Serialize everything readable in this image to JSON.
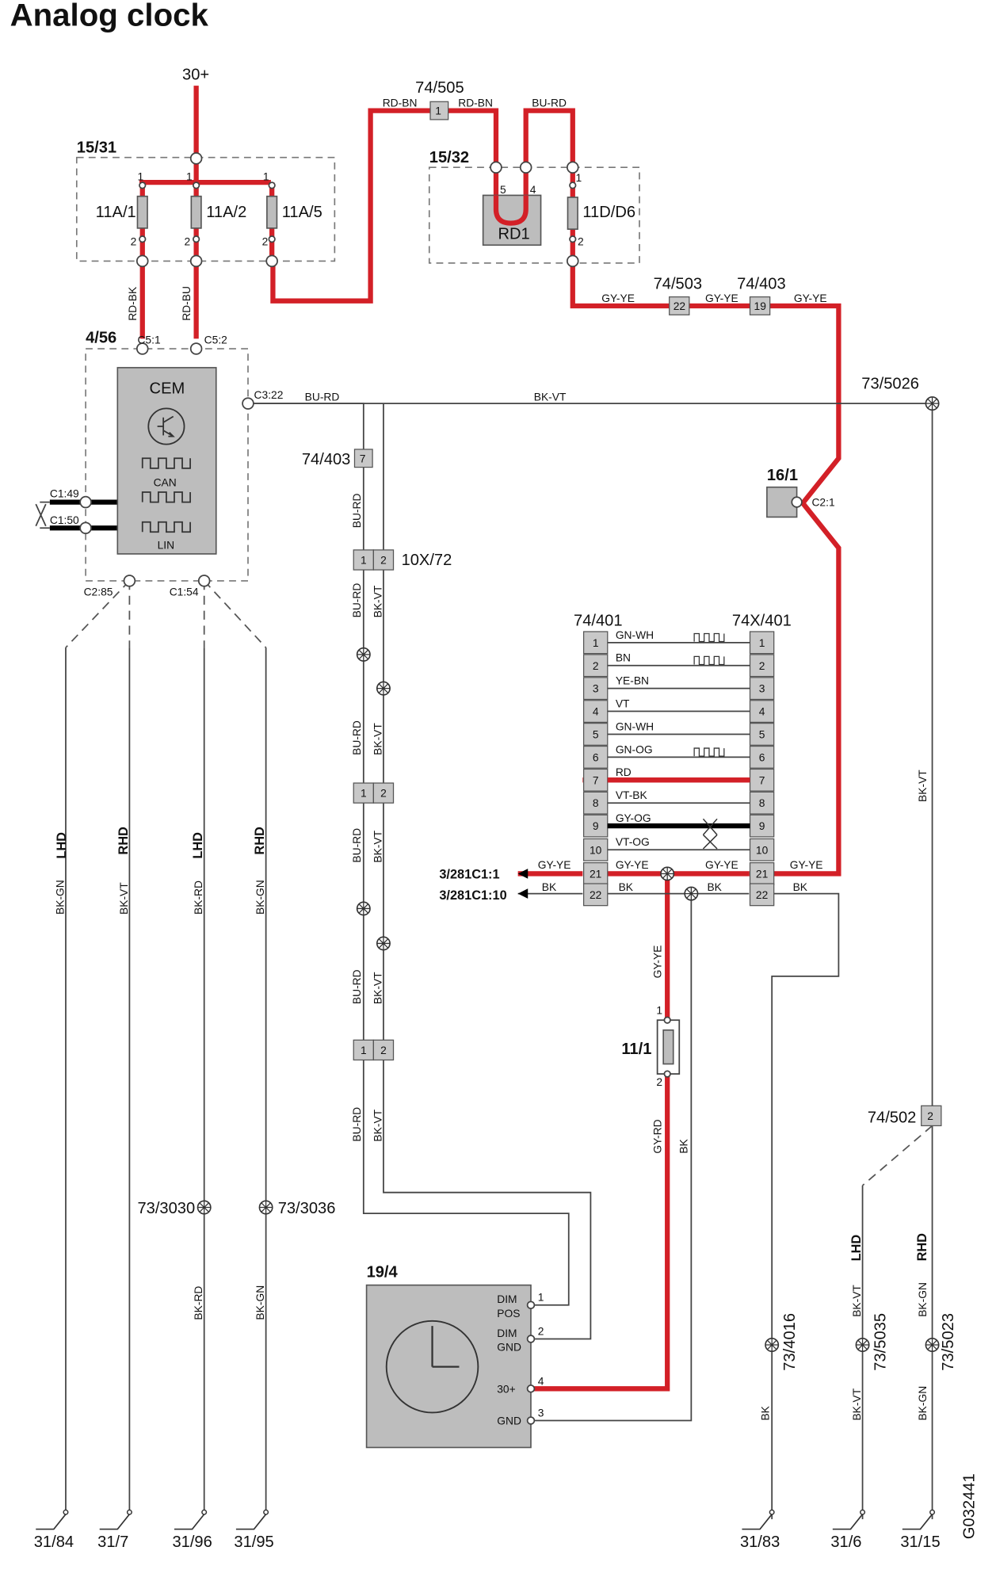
{
  "title": "Analog clock",
  "image_code": "G032441",
  "supply": "30+",
  "components": {
    "fuse_box_1": "15/31",
    "fuse_box_2": "15/32",
    "cem": "CEM",
    "cem_id": "4/56",
    "cem_can": "CAN",
    "cem_lin": "LIN",
    "relay": "RD1",
    "clock": "19/4",
    "fuse_11_1": "11/1",
    "comp_16_1": "16/1",
    "conn_10x72": "10X/72",
    "conn_74_401": "74/401",
    "conn_74x_401": "74X/401",
    "conn_74_505": "74/505",
    "conn_74_503": "74/503",
    "conn_74_403_top": "74/403",
    "conn_74_403_left": "74/403",
    "conn_74_502": "74/502",
    "splice_73_5026": "73/5026",
    "splice_73_3030": "73/3030",
    "splice_73_3036": "73/3036",
    "splice_73_4016": "73/4016",
    "splice_73_5035": "73/5035",
    "splice_73_5023": "73/5023"
  },
  "fuses": [
    "11A/1",
    "11A/2",
    "11A/5",
    "11D/D6"
  ],
  "pins": {
    "p1": "1",
    "p2": "2",
    "p3": "3",
    "p4": "4",
    "p5": "5",
    "p7": "7",
    "p19": "19",
    "p21": "21",
    "p22": "22"
  },
  "cem_connectors": {
    "c5_1": "C5:1",
    "c5_2": "C5:2",
    "c3_22": "C3:22",
    "c1_49": "C1:49",
    "c1_50": "C1:50",
    "c2_85": "C2:85",
    "c1_54": "C1:54",
    "c2_1": "C2:1"
  },
  "wire_colors": {
    "rd_bn": "RD-BN",
    "bu_rd": "BU-RD",
    "gy_ye": "GY-YE",
    "bk_vt": "BK-VT",
    "rd_bk": "RD-BK",
    "rd_bu": "RD-BU",
    "bk_gn": "BK-GN",
    "bk_rd": "BK-RD",
    "bk": "BK",
    "gy_rd": "GY-RD"
  },
  "region_labels": {
    "lhd": "LHD",
    "rhd": "RHD"
  },
  "bus_rows": [
    {
      "pin": "1",
      "color": "GN-WH",
      "signal": true,
      "style": "thin"
    },
    {
      "pin": "2",
      "color": "BN",
      "signal": true,
      "style": "thin"
    },
    {
      "pin": "3",
      "color": "YE-BN",
      "signal": false,
      "style": "thin"
    },
    {
      "pin": "4",
      "color": "VT",
      "signal": false,
      "style": "thin"
    },
    {
      "pin": "5",
      "color": "GN-WH",
      "signal": false,
      "style": "thin"
    },
    {
      "pin": "6",
      "color": "GN-OG",
      "signal": true,
      "style": "thin"
    },
    {
      "pin": "7",
      "color": "RD",
      "signal": false,
      "style": "red"
    },
    {
      "pin": "8",
      "color": "VT-BK",
      "signal": false,
      "style": "thin"
    },
    {
      "pin": "9",
      "color": "GY-OG",
      "signal": false,
      "style": "thick"
    },
    {
      "pin": "10",
      "color": "VT-OG",
      "signal": false,
      "style": "thin"
    },
    {
      "pin": "21",
      "color": "GY-YE",
      "signal": false,
      "style": "none"
    },
    {
      "pin": "22",
      "color": "BK",
      "signal": false,
      "style": "none"
    }
  ],
  "external_refs": {
    "ref_281c1_1": "3/281C1:1",
    "ref_281c1_10": "3/281C1:10"
  },
  "clock_pins": [
    {
      "label": "DIM",
      "label2": "POS",
      "num": "1"
    },
    {
      "label": "DIM",
      "label2": "GND",
      "num": "2"
    },
    {
      "label": "30+",
      "label2": "",
      "num": "4"
    },
    {
      "label": "GND",
      "label2": "",
      "num": "3"
    }
  ],
  "grounds": [
    "31/84",
    "31/7",
    "31/96",
    "31/95",
    "31/83",
    "31/6",
    "31/15"
  ],
  "colors": {
    "power_wire": "#d32027",
    "component_fill": "#bdbdbd",
    "text": "#111111"
  }
}
